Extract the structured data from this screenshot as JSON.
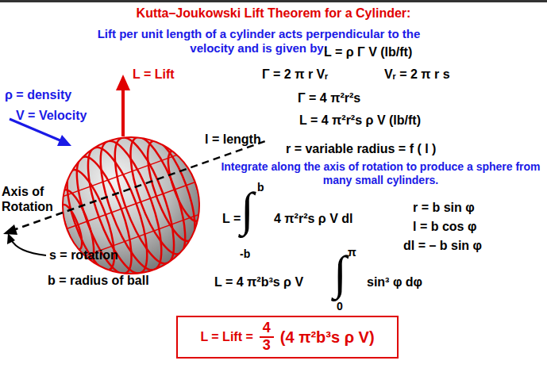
{
  "diagram": {
    "title": "Kutta–Joukowski Lift Theorem for a Cylinder:",
    "nodes": [
      {
        "text": [
          "L = Lift =",
          "4",
          "3",
          "(4 π²b³s ρ V)"
        ]
      }
    ],
    "labels": [
      "Lift per unit length of a cylinder acts perpendicular to the velocity and is given by:",
      "L = ρ Γ V (lb/ft)",
      "L = Lift",
      "ρ = density",
      "V = Velocity",
      "Γ = 2 π r Vᵣ",
      "Vᵣ = 2 π r s",
      "Γ = 4 π²r²s",
      "L = 4 π²r²s ρ V (lb/ft)",
      "l = length",
      "r = variable radius = f ( l )",
      "Integrate along the axis of rotation to produce a sphere from many small cylinders.",
      "Axis of Rotation",
      "L =",
      "∫",
      "b",
      "-b",
      "4 π²r²s ρ V dl",
      "r = b sin φ",
      "l = b cos φ",
      "dl = – b sin φ",
      "s = rotation",
      "b = radius of ball",
      "L = 4 π²b³s ρ V",
      "∫",
      "π",
      "0",
      "sin³ φ dφ"
    ]
  }
}
